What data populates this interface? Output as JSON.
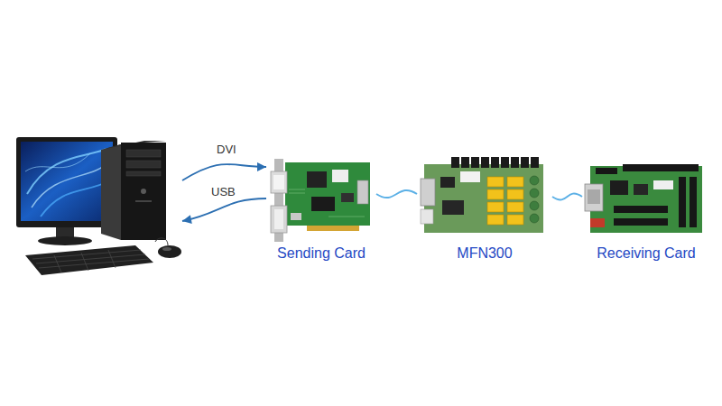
{
  "diagram": {
    "nodes": [
      {
        "text": []
      },
      {
        "text": [
          "Sending Card"
        ]
      },
      {
        "text": [
          "MFN300"
        ]
      },
      {
        "text": [
          "Receiving Card"
        ]
      }
    ],
    "edges": [
      {
        "from": 0,
        "to": 1,
        "label": "DVI",
        "arrow": "to"
      },
      {
        "from": 1,
        "to": 0,
        "label": "USB",
        "arrow": "to"
      },
      {
        "from": 1,
        "to": 2,
        "arrow": "none"
      },
      {
        "from": 2,
        "to": 3,
        "arrow": "none"
      }
    ]
  }
}
